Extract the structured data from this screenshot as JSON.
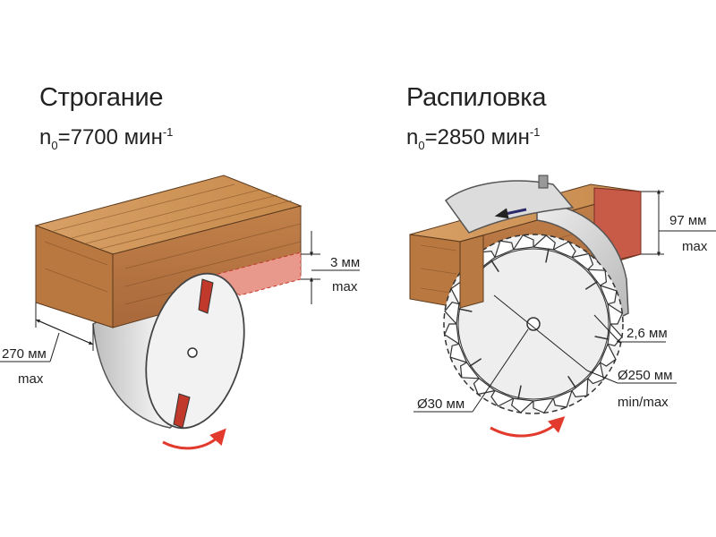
{
  "planing": {
    "title": "Строгание",
    "speed_prefix": "n",
    "speed_sub": "0",
    "speed_value": "=7700 мин",
    "speed_sup": "-1",
    "depth_value": "3 мм",
    "depth_note": "max",
    "width_value": "270 мм",
    "width_note": "max"
  },
  "sawing": {
    "title": "Распиловка",
    "speed_prefix": "n",
    "speed_sub": "0",
    "speed_value": "=2850 мин",
    "speed_sup": "-1",
    "height_value": "97 мм",
    "height_note": "max",
    "kerf_value": "2,6 мм",
    "blade_value": "Ø250 мм",
    "blade_note": "min/max",
    "bore_value": "Ø30 мм"
  },
  "colors": {
    "wood": "#c8874a",
    "wood_dark": "#8a5428",
    "metal": "#d9d9d9",
    "arrow": "#e23b2e",
    "cut": "#e8998c"
  }
}
